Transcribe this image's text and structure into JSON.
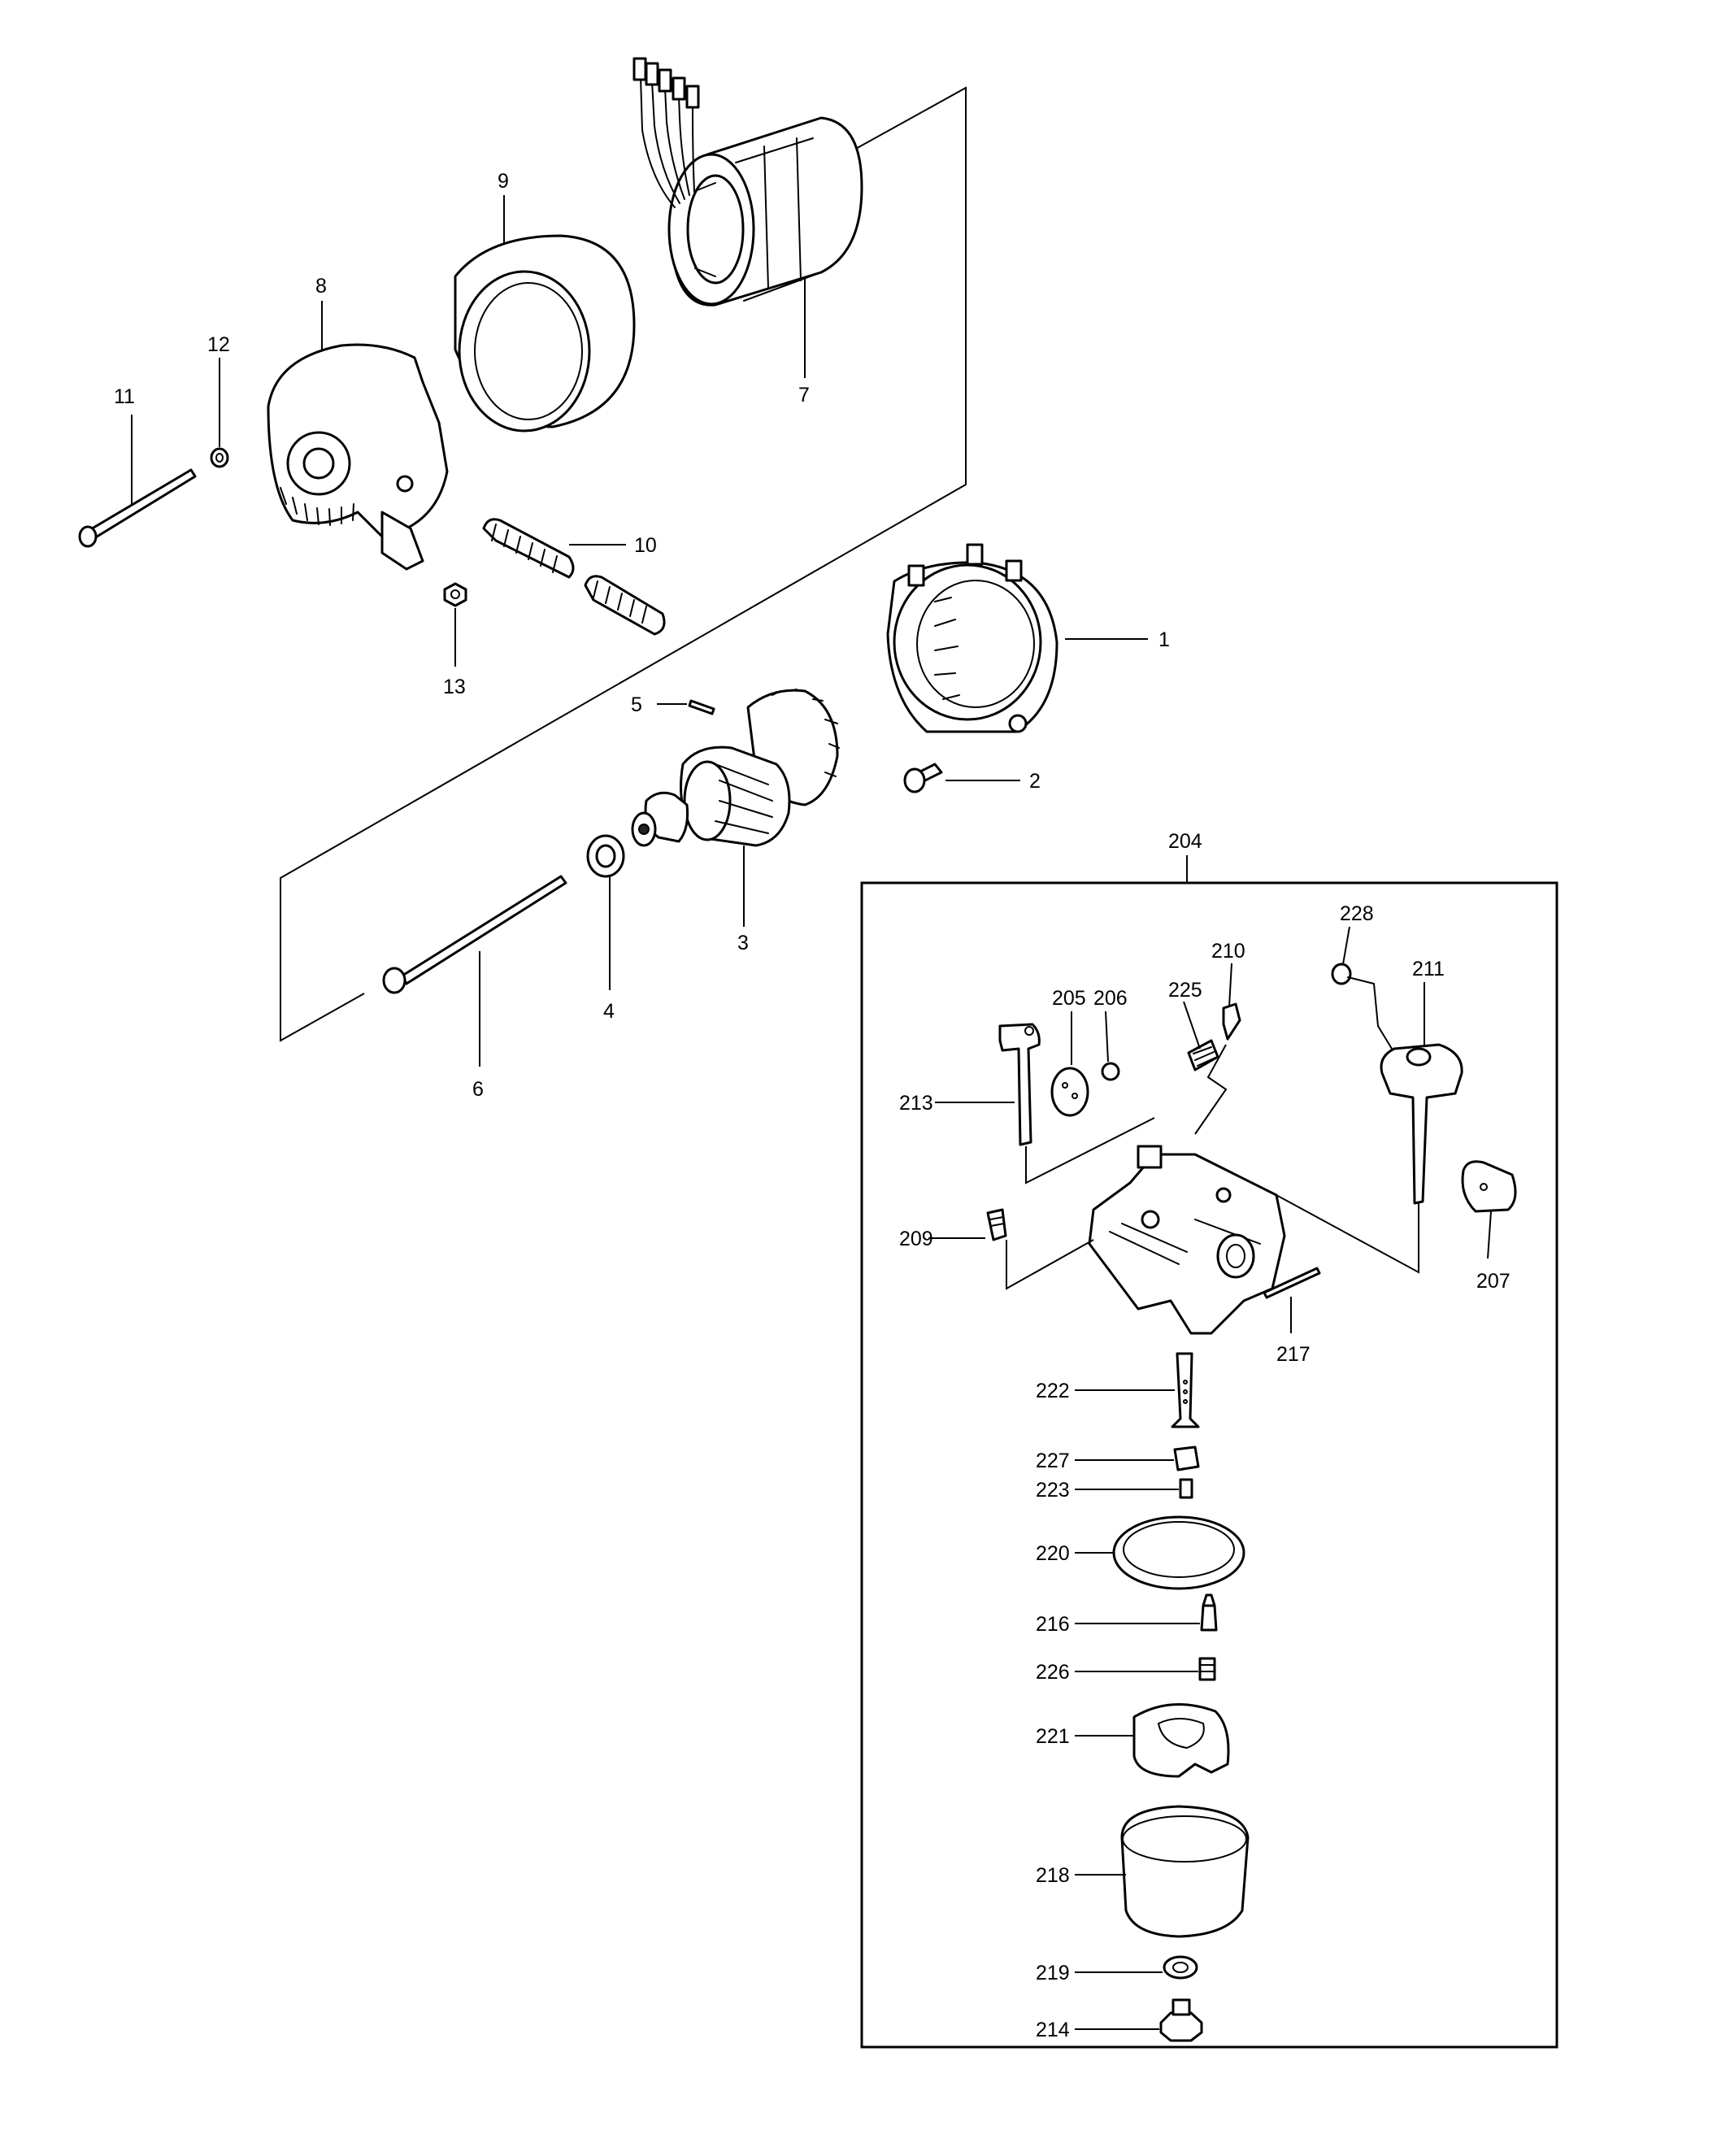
{
  "labels": {
    "p1": "1",
    "p2": "2",
    "p3": "3",
    "p4": "4",
    "p5": "5",
    "p6": "6",
    "p7": "7",
    "p8": "8",
    "p9": "9",
    "p10": "10",
    "p11": "11",
    "p12": "12",
    "p13": "13",
    "p204": "204",
    "p205": "205",
    "p206": "206",
    "p207": "207",
    "p209": "209",
    "p210": "210",
    "p211": "211",
    "p213": "213",
    "p214": "214",
    "p216": "216",
    "p217": "217",
    "p218": "218",
    "p219": "219",
    "p220": "220",
    "p221": "221",
    "p222": "222",
    "p223": "223",
    "p225": "225",
    "p226": "226",
    "p227": "227",
    "p228": "228"
  },
  "colors": {
    "line": "#000000",
    "background": "#ffffff"
  }
}
